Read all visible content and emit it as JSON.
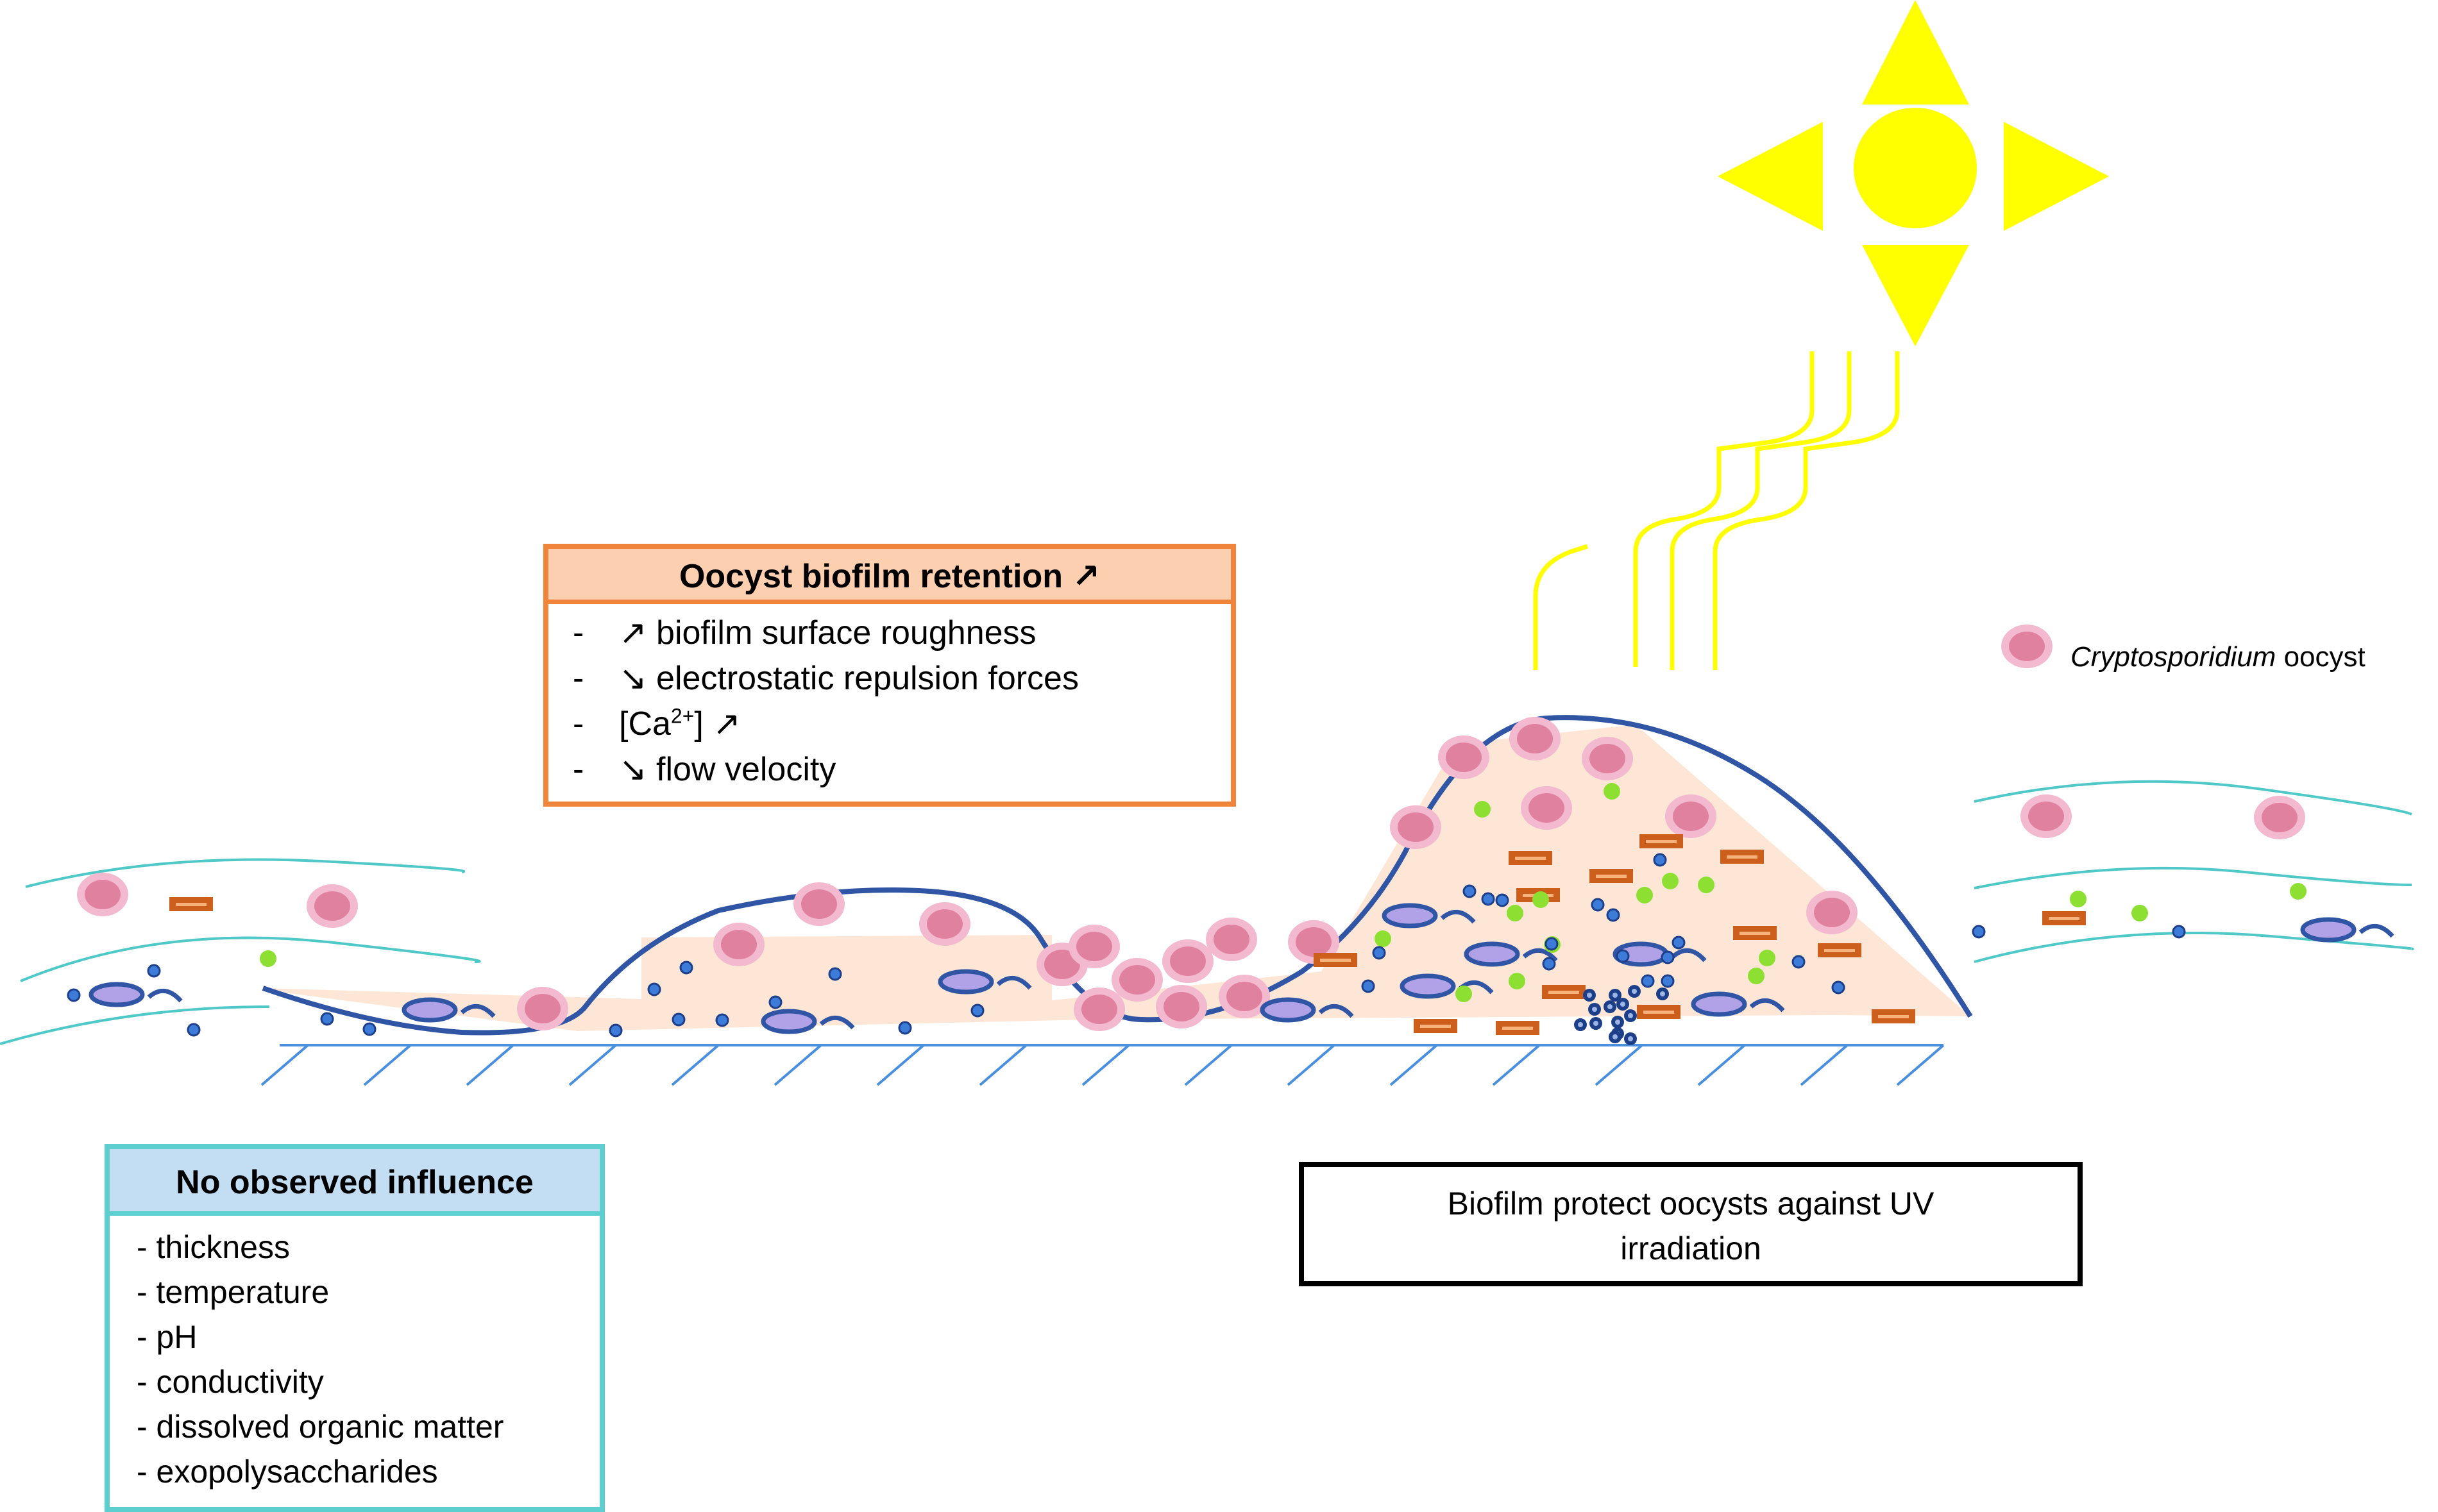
{
  "retention": {
    "title": "Oocyst biofilm retention ↗",
    "items": [
      {
        "dash": "-",
        "text": "↗ biofilm surface roughness"
      },
      {
        "dash": "-",
        "text": "↘ electrostatic repulsion forces"
      },
      {
        "dash": "-",
        "prefix": "[Ca",
        "sup": "2+",
        "suffix": "] ↗"
      },
      {
        "dash": "-",
        "text": "↘ flow velocity"
      }
    ]
  },
  "no_influence": {
    "title": "No observed influence",
    "items": [
      "- thickness",
      "- temperature",
      "- pH",
      "- conductivity",
      "- dissolved organic matter",
      "- exopolysaccharides"
    ]
  },
  "uv_box": {
    "line1": "Biofilm protect oocysts against UV",
    "line2": "irradiation"
  },
  "legend": {
    "italic": "Cryptosporidium",
    "rest": " oocyst"
  },
  "colors": {
    "sun": "#ffff00",
    "biofilm_outline": "#2f55a4",
    "biofilm_fill": "#fde6d6",
    "water_lines": "#4fc8c8",
    "oocyst_outer": "#f2b9cf",
    "oocyst_inner": "#e0819f",
    "orange_particle": "#cc5f1c",
    "green_particle": "#8de032",
    "blue_particle": "#3d7bd8",
    "bacteria_fill": "#b1a2e8",
    "substrate": "#4a8ede",
    "retention_border": "#f0843a",
    "retention_header": "#fccfb0",
    "influence_border": "#5ecfcf",
    "influence_header": "#c3ddf3"
  }
}
